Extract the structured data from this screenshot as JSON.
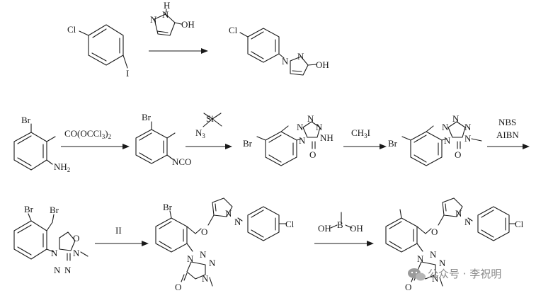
{
  "watermark": "公众号 · 李祝明",
  "colors": {
    "ink": "#1a1a1a",
    "watermark": "#8a8a8a",
    "background": "#ffffff"
  },
  "atoms": {
    "cl": "Cl",
    "i": "I",
    "br": "Br",
    "n": "N",
    "h": "H",
    "oh": "OH",
    "o": "O",
    "nh": "NH",
    "nh2": "NH",
    "nh2_sub": "2",
    "nco": "NCO",
    "n3": "N",
    "n3_sub": "3",
    "si": "Si",
    "b": "B"
  },
  "reagents": {
    "phosgene": {
      "main": "CO(OCCl",
      "sub": "3",
      "close": ")",
      "sub2": "2"
    },
    "methyl_iodide": {
      "main": "CH",
      "sub": "3",
      "tail": "I"
    },
    "nbs": "NBS",
    "aibn": "AIBN",
    "intermediate_ref": "II"
  }
}
